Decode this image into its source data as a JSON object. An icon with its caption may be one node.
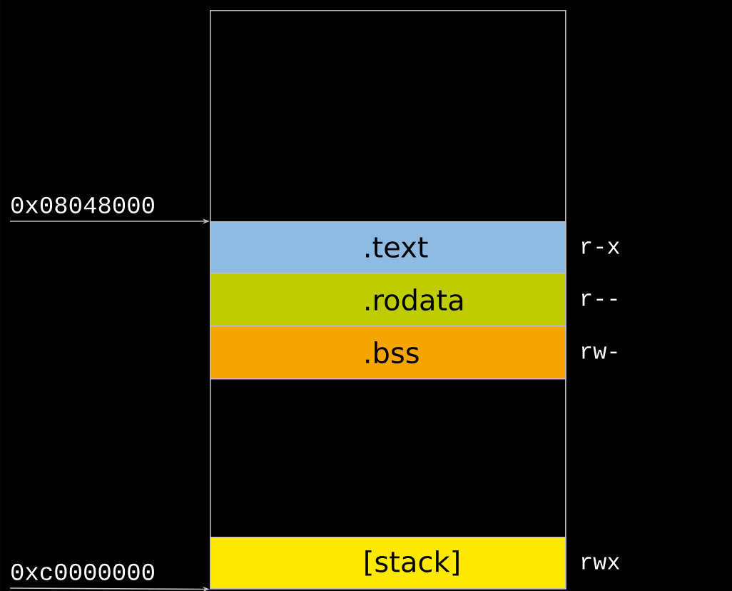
{
  "diagram": {
    "nodes": [
      {
        "text": [],
        "shape": "box"
      },
      {
        "text": [
          ".text"
        ],
        "in": 0,
        "beside": [
          "r-x"
        ]
      },
      {
        "text": [
          ".rodata"
        ],
        "in": 0,
        "beside": [
          "r--"
        ]
      },
      {
        "text": [
          ".bss"
        ],
        "in": 0,
        "beside": [
          "rw-"
        ]
      },
      {
        "text": [
          "[stack]"
        ],
        "in": 0,
        "beside": [
          "rwx"
        ]
      },
      {
        "text": [
          "0x08048000"
        ]
      },
      {
        "text": [
          "0xc0000000"
        ]
      }
    ],
    "edges": [
      {
        "from": 5,
        "to": 1,
        "arrow": "to"
      },
      {
        "from": 6,
        "to": 4,
        "arrow": "to"
      }
    ]
  }
}
